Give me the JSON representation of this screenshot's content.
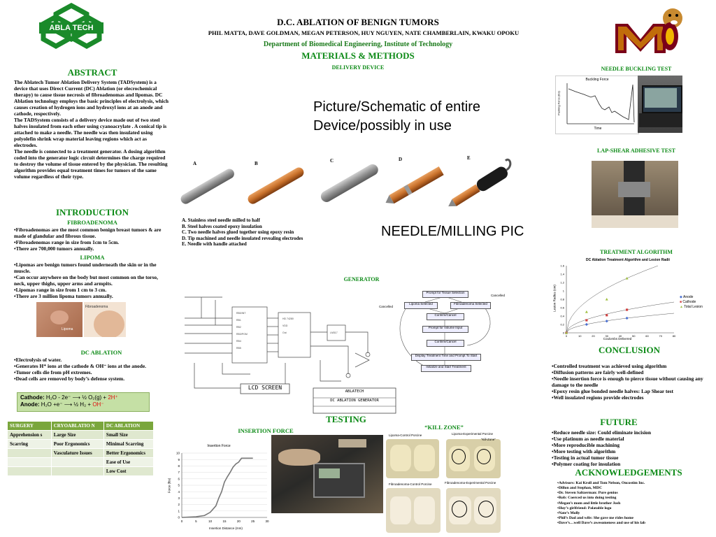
{
  "header": {
    "title": "D.C. ABLATION OF BENIGN TUMORS",
    "authors": "PHIL MATTA, DAVE GOLDMAN, MEGAN PETERSON, HUY NGUYEN, NATE CHAMBERLAIN, KWAKU OPOKU",
    "department": "Department of Biomedical Engineering, Institute of Technology",
    "logo_text": "ABLA TECH"
  },
  "abstract": {
    "heading": "ABSTRACT",
    "paragraphs": [
      "The Ablatech Tumor Ablation Delivery System (TADSystem) is a device that uses Direct Current (DC) Ablation (or elecrochemical therapy) to cause tissue necrosis of fibroadenomas and lipomas. DC Ablation technology employs the basic principles of electrolysis, which causes creation of hydrogen ions and hydroxyl ions at an anode and cathode, respectively.",
      "The TADSystem consists of a delivery device made out of two steel halves insulated from each other using cyanoacrylate . A conical tip is attached to make a needle. The needle was then insulated using polyolefin shrink wrap material leaving regions which act as electrodes.",
      "The needle is connected to a treatment generator. A dosing algorithm coded into the generator logic circuit determines the charge required to destroy the volume of tissue entered by the physician. The resulting algorithm provides equal treatment times for tumors of the same volume regardless of their type."
    ]
  },
  "introduction": {
    "heading": "INTRODUCTION",
    "fibro_heading": "FIBROADENOMA",
    "fibro_items": [
      "•Fibroadenomas are the most common benign breast tumors & are made of glandular and fibrous tissue.",
      "•Fibroadenomas range in size from 1cm to 5cm.",
      "•There are 700,000 tumors annually."
    ],
    "lipoma_heading": "LIPOMA",
    "lipoma_items": [
      "•Lipomas are benign tumors found underneath the skin or in the muscle.",
      "•Can occur anywhere on the body but most common on the torso, neck, upper thighs, upper arms and armpits.",
      "•Lipomas range in size from 1 cm to 3 cm.",
      "•There are 3 million lipoma tumors annually."
    ],
    "photo_label_lipoma": "Lipoma",
    "photo_label_fibro": "Fibroadenoma"
  },
  "dc_ablation": {
    "heading": "DC ABLATION",
    "items": [
      "•Electrolysis of water.",
      "•Generates H⁺ ions at the cathode & OH⁻ ions at the anode.",
      "•Tumor cells die from pH extremes.",
      "•Dead cells are removed by body’s defense system."
    ],
    "cathode_label": "Cathode",
    "cathode_eq_left": "H₂O - 2e⁻",
    "cathode_eq_right": "½ O₂(g) +",
    "cathode_eq_red": "2H⁺",
    "anode_label": "Anode",
    "anode_eq_left": "H₂O +e⁻",
    "anode_eq_right": "½ H₂ +",
    "anode_eq_red": "OH⁻"
  },
  "comparison_table": {
    "headers": [
      "SURGERY",
      "CRYOABLATIO N",
      "DC ABLATION"
    ],
    "rows": [
      [
        "Apprehension s",
        "Large Size",
        "Small Size"
      ],
      [
        "Scarring",
        "Poor Ergonomics",
        "Minimal Scarring"
      ],
      [
        "",
        "Vasculature Issues",
        "Better Ergonomics"
      ],
      [
        "",
        "",
        "Ease of Use"
      ],
      [
        "",
        "",
        "Low Cost"
      ]
    ]
  },
  "materials": {
    "heading": "MATERIALS & METHODS",
    "delivery_heading": "DELIVERY DEVICE",
    "placeholder_device": "Picture/Schematic of entire Device/possibly in use",
    "placeholder_needle": "NEEDLE/MILLING PIC",
    "needle_letters": [
      "A",
      "B",
      "C",
      "D",
      "E"
    ],
    "needle_steps": [
      "A. Stainless steel needle milled to half",
      "B. Steel halves coated epoxy insulation",
      "C. Two needle halves glued together using epoxy resin",
      "D. Tip machined and needle insulated revealing electrodes",
      "E. Needle with handle attached"
    ],
    "generator_heading": "GENERATOR",
    "lcd_label": "LCD SCREEN",
    "title_block_line1": "ABLATECH",
    "title_block_line2": "DC ABLATION GENERATOR",
    "flow": {
      "start": "Prompt for Tissue Selection",
      "lipoma": "Lipoma Selected",
      "fibro": "Fibroadenoma Selected",
      "confirm1": "Confirm/Cancel",
      "volume": "Prompt for Volume Input",
      "confirm2": "Confirm/Cancel",
      "display": "Display Treatment Time and Prompt To Start",
      "init": "Initialize and Start Treatment",
      "cancelled_left": "Cancelled",
      "cancelled_right": "Cancelled"
    }
  },
  "testing": {
    "heading": "TESTING",
    "insertion_heading": "INSERTION FORCE",
    "killzone_heading": "“KILL ZONE”",
    "kz_labels": [
      "Lipoma-Control Porcine",
      "Lipoma-Experimental Porcine",
      "Fibroadenoma-Control Porcine",
      "Fibroadenoma-Experimental Porcine"
    ],
    "kz_marker": "“Kill-Zone”"
  },
  "right_col": {
    "buckling_heading": "NEEDLE BUCKLING TEST",
    "buckling_chart_title": "Buckling Force",
    "buckling_ylabel": "Pushing Force (lbs)",
    "buckling_xlabel": "Time",
    "lapshear_heading": "LAP-SHEAR ADHESIVE TEST",
    "treatment_heading": "TREATMENT ALGORITHM",
    "conclusion_heading": "CONCLUSION",
    "conclusion_items": [
      "•Controlled treatment was achieved using algorithm",
      "•Diffusion patterns are fairly well-defined",
      "•Needle insertion force is enough to pierce tissue without causing any damage to the needle",
      "•Epoxy resin glue bonded needle halves: Lap Shear test",
      "•Well insulated regions provide electrodes"
    ],
    "future_heading": "FUTURE",
    "future_items": [
      "•Reduce needle size: Could eliminate incision",
      "•Use platinum as needle material",
      "•More reproducible machining",
      "•More testing with algorithm",
      "•Testing in actual tumor tissue",
      "•Polymer coating for insulation"
    ],
    "ack_heading": "ACKNOWLEDGEMENTS",
    "ack_items": [
      "•Advisors: Kai Kroll and Tom Nelson, Oncostim Inc.",
      "•Dillon and Stephan, MDC",
      "•Dr. Steven Saltzerman: Pure genius",
      "•Rob: Coerced us into doing testing",
      "•Megan’s mom and little brother Josh",
      "•Huy’s girlfriend: Palatable logo",
      "•Nate’s Molly",
      "•Phil’s Dad and wife: She gave me rides home",
      "•Dave’s…well Dave’s awesomeness and use of his lab"
    ]
  },
  "chart_data": [
    {
      "type": "line",
      "title": "Insertion Force",
      "xlabel": "Insertion Distance (mm)",
      "ylabel": "Force (lbs)",
      "xlim": [
        0,
        30
      ],
      "ylim": [
        0,
        10
      ],
      "x_ticks": [
        "0",
        "5",
        "10",
        "15",
        "20",
        "25",
        "30"
      ],
      "y_ticks": [
        "0",
        "1",
        "2",
        "3",
        "4",
        "5",
        "6",
        "7",
        "8",
        "9",
        "10"
      ],
      "x": [
        0,
        5,
        8,
        10,
        11,
        12,
        13,
        14,
        15,
        16,
        17,
        18,
        19,
        20,
        21,
        22,
        23,
        25
      ],
      "y": [
        0,
        0.1,
        0.3,
        0.8,
        1.3,
        1.8,
        3.0,
        4.0,
        5.5,
        6.3,
        7.0,
        7.8,
        8.3,
        8.6,
        9.2,
        9.2,
        9.2,
        9.2
      ]
    },
    {
      "type": "scatter",
      "title": "DC Ablation Treatment Algorithm and Lesion Radii",
      "xlabel": "Coulombs Delivered",
      "ylabel": "Lesion Radius (cm)",
      "xlim": [
        0,
        80
      ],
      "ylim": [
        0,
        1.6
      ],
      "x_ticks": [
        "0",
        "10",
        "20",
        "30",
        "40",
        "50",
        "60",
        "70",
        "80"
      ],
      "y_ticks": [
        "0",
        "0.2",
        "0.4",
        "0.6",
        "0.8",
        "1",
        "1.2",
        "1.4",
        "1.6"
      ],
      "series": [
        {
          "name": "Anode",
          "color": "#4a6fd0",
          "x": [
            0,
            15,
            30,
            45
          ],
          "y": [
            0,
            0.2,
            0.28,
            0.35
          ]
        },
        {
          "name": "Cathode",
          "color": "#d04040",
          "x": [
            0,
            15,
            30,
            45
          ],
          "y": [
            0,
            0.3,
            0.42,
            0.55
          ]
        },
        {
          "name": "Total Lesion",
          "color": "#a0c040",
          "x": [
            0,
            15,
            30,
            45
          ],
          "y": [
            0,
            0.5,
            0.8,
            1.3
          ]
        }
      ]
    }
  ]
}
